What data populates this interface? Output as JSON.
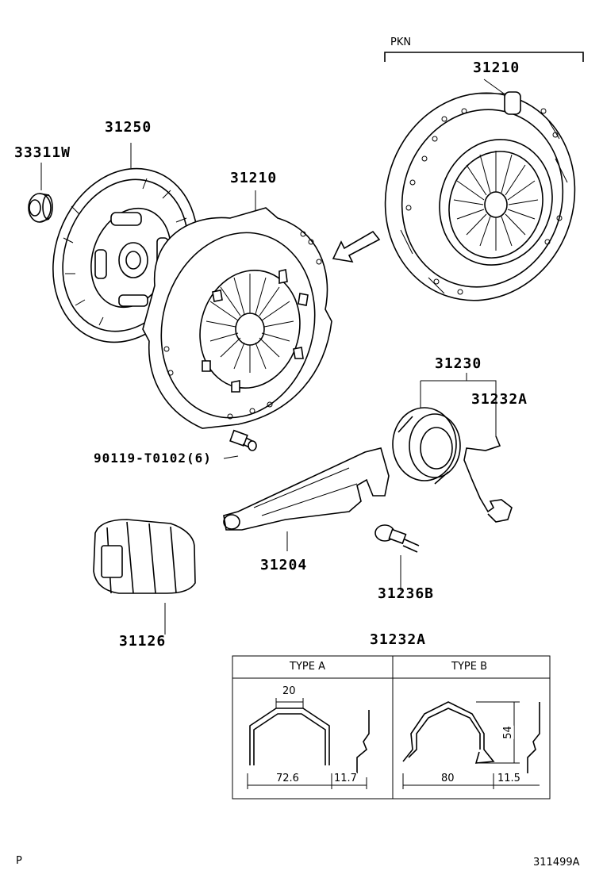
{
  "labels": {
    "pkn": "PKN",
    "p_31210_top": "31210",
    "p_31250": "31250",
    "p_33311w": "33311W",
    "p_31210_mid": "31210",
    "p_31230": "31230",
    "p_31232a": "31232A",
    "p_90119": "90119-T0102(6)",
    "p_31204": "31204",
    "p_31236b": "31236B",
    "p_31126": "31126",
    "p_31232a_table": "31232A"
  },
  "table": {
    "type_a": "TYPE A",
    "type_b": "TYPE B",
    "dims": {
      "a_top": "20",
      "a_width": "72.6",
      "a_side": "11.7",
      "b_width": "80",
      "b_side": "11.5",
      "b_height": "54"
    }
  },
  "footer": {
    "left": "P",
    "right": "311499A"
  }
}
